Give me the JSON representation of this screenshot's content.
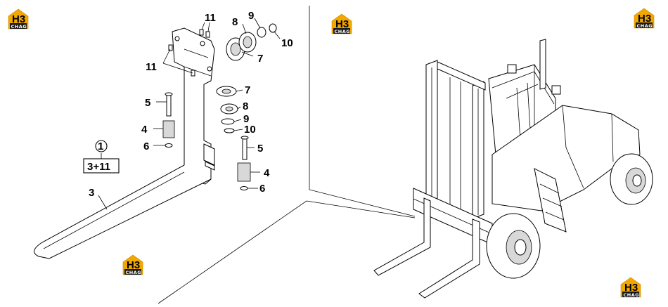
{
  "watermark": {
    "brand": "H3",
    "sub": "CHAG",
    "colors": {
      "house": "#f2a800",
      "bar": "#1a1a1a"
    }
  },
  "callouts": {
    "item_1": "1",
    "item_3": "3",
    "item_3_plus_11": "3+11",
    "item_4": "4",
    "item_5": "5",
    "item_6": "6",
    "item_7": "7",
    "item_8": "8",
    "item_9": "9",
    "item_10": "10",
    "item_11": "11"
  }
}
